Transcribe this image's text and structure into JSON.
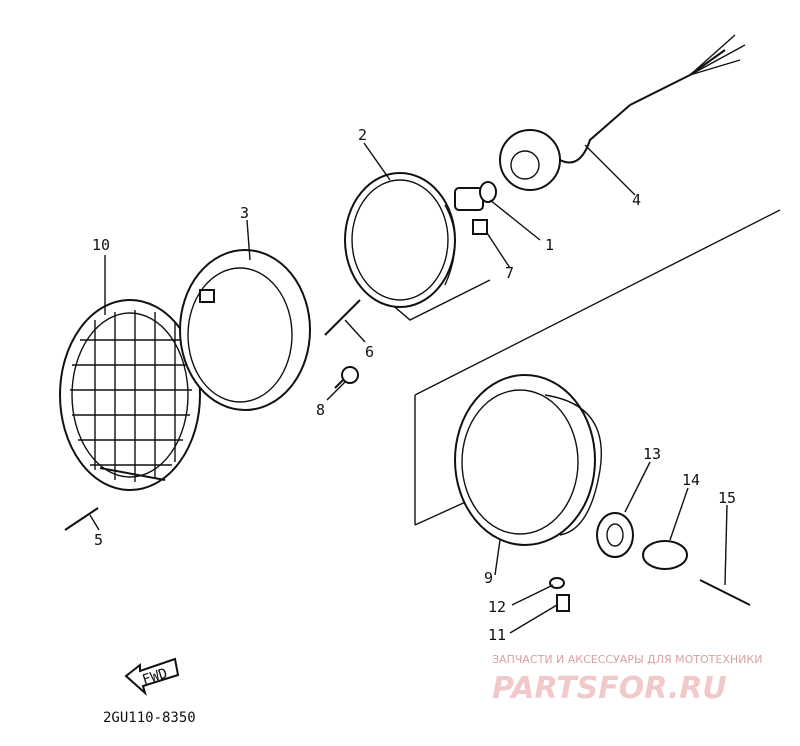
{
  "diagram": {
    "part_numbers": [
      "1",
      "2",
      "3",
      "4",
      "5",
      "6",
      "7",
      "8",
      "9",
      "10",
      "11",
      "12",
      "13",
      "14",
      "15"
    ],
    "fwd_label": "FWD",
    "diagram_code": "2GU110-8350"
  },
  "watermark": {
    "caption": "ЗАПЧАСТИ И АКСЕССУАРЫ ДЛЯ МОТОТЕХНИКИ",
    "brand": "PARTSFOR.RU"
  }
}
